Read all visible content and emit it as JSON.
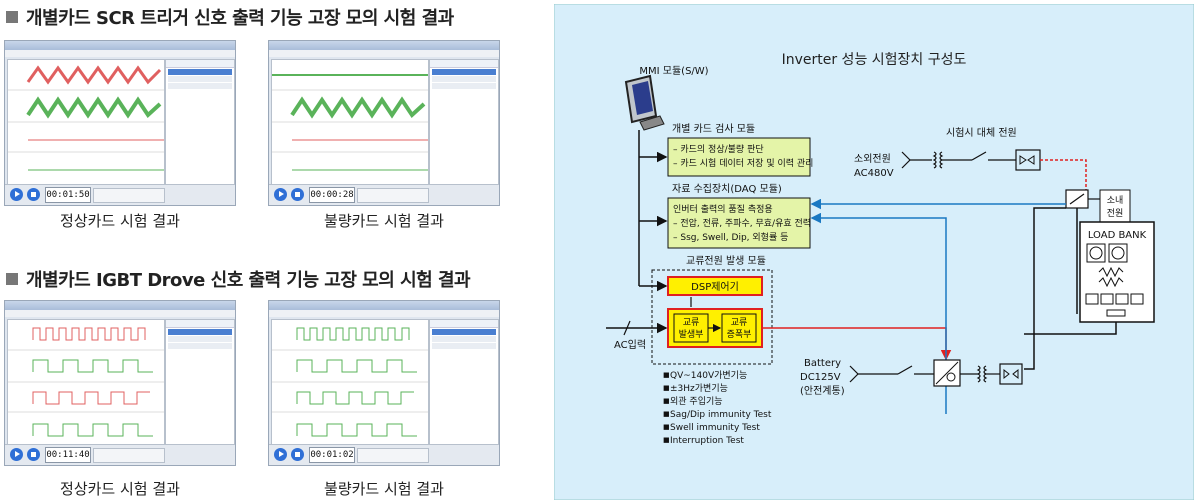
{
  "section1": {
    "title": "개별카드 SCR 트리거 신호 출력 기능 고장 모의 시험 결과"
  },
  "section2": {
    "title": "개별카드 IGBT Drove 신호 출력 기능 고장 모의 시험 결과"
  },
  "shots": [
    {
      "time": "00:01:50",
      "caption": "정상카드 시험 결과"
    },
    {
      "time": "00:00:28",
      "caption": "불량카드 시험 결과"
    },
    {
      "time": "00:11:40",
      "caption": "정상카드 시험 결과"
    },
    {
      "time": "00:01:02",
      "caption": "불량카드 시험 결과"
    }
  ],
  "colors": {
    "diagram_bg": "#d7eefa",
    "box_fill": "#e4f4a8",
    "dsp_fill": "#fff000",
    "red_line": "#e02020",
    "blue_line": "#1a78c2",
    "wave_red": "#e06060",
    "wave_green": "#5ab35a"
  },
  "diagram": {
    "title": "Inverter 성능 시험장치 구성도",
    "mmi_label": "MMI 모듈(S/W)",
    "card_module": {
      "title": "개별 카드 검사 모듈",
      "lines": [
        "– 카드의 정상/불량 판단",
        "– 카드 시험 데이터 저장 및 이력 관리"
      ]
    },
    "daq": {
      "title": "자료 수집장치(DAQ 모듈)",
      "lines": [
        "인버터 출력의 품질 측정용",
        "– 전압, 전류, 주파수, 무효/유효 전력",
        "– Ssg, Swell, Dip, 외형률 등"
      ]
    },
    "ac_module": {
      "title": "교류전원 발생 모듈",
      "dsp": "DSP제어기",
      "gen": [
        "교류",
        "발생부"
      ],
      "amp": [
        "교류",
        "증폭부"
      ]
    },
    "ac_input": "AC입력",
    "features": [
      "QV~140V가변기능",
      "±3Hz가변기능",
      "외관 주입기능",
      "Sag/Dip immunity Test",
      "Swell immunity Test",
      "Interruption Test"
    ],
    "alt_power": "시험시 대체 전원",
    "source_ac": [
      "소외전원",
      "AC480V"
    ],
    "internal": [
      "소내",
      "전원"
    ],
    "load_bank": "LOAD BANK",
    "battery": [
      "Battery",
      "DC125V",
      "(안전계통)"
    ]
  }
}
